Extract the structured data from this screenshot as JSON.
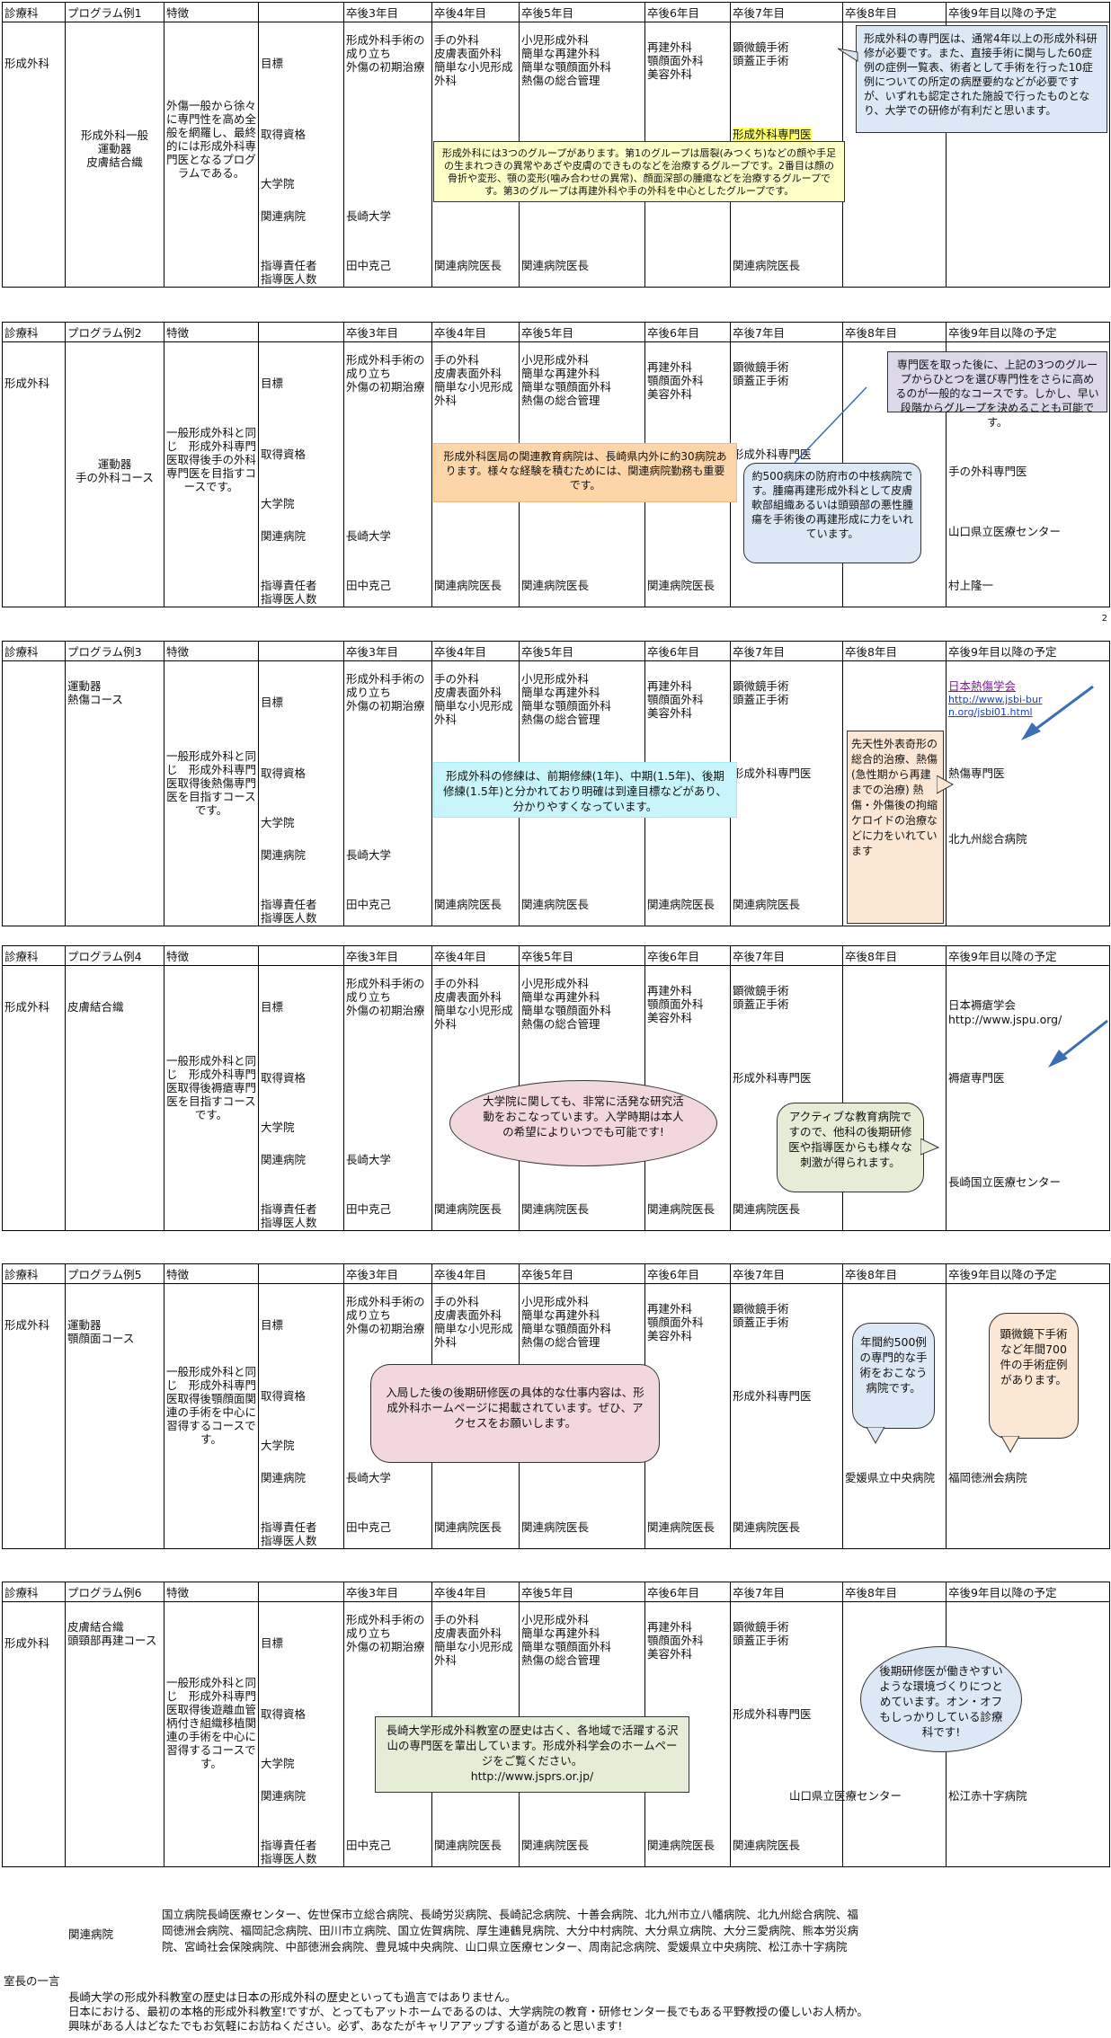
{
  "headers": {
    "c0": "診療科",
    "c2": "特徴",
    "c4": "卒後3年目",
    "c5": "卒後4年目",
    "c6": "卒後5年目",
    "c7": "卒後6年目",
    "c8": "卒後7年目",
    "c9": "卒後8年目",
    "c10": "卒後9年目以降の予定"
  },
  "row_labels": {
    "target": "目標",
    "license": "取得資格",
    "grad": "大学院",
    "hospital": "関連病院",
    "supervisor": "指導責任者",
    "supervisor_count": "指導医人数"
  },
  "common": {
    "dept": "形成外科",
    "y3_target": "形成外科手術の成り立ち\n外傷の初期治療",
    "y4_target": "手の外科\n皮膚表面外科\n簡単な小児形成外科",
    "y5_target": "小児形成外科\n簡単な再建外科\n簡単な顎顔面外科\n熱傷の総合管理",
    "y6_target": "再建外科\n顎顔面外科\n美容外科",
    "y7_target": "顕微鏡手術\n頭蓋正手術",
    "y7_target_b": "顕微鏡手術\n頭蓋正手術",
    "y3_hospital": "長崎大学",
    "y3_supervisor": "田中克己",
    "chief": "関連病院医長",
    "y7_license": "形成外科専門医",
    "y7_license_p1": "形成外科専門医"
  },
  "programs": [
    {
      "label": "プログラム例1",
      "name": "形成外科一般\n運動器\n皮膚結合織",
      "feature": "外傷一般から徐々に専門性を高め全般を網羅し、最終的には形成外科専門医となるプログラムである。",
      "after": {
        "license": "",
        "hospital": "",
        "supervisor": ""
      }
    },
    {
      "label": "プログラム例2",
      "name": "運動器\n手の外科コース",
      "feature": "一般形成外科と同じ　形成外科専門医取得後手の外科専門医を目指すコースです。",
      "after": {
        "license": "手の外科専門医",
        "hospital": "山口県立医療センター",
        "supervisor": "村上隆一"
      },
      "page_no": "2"
    },
    {
      "label": "プログラム例3",
      "name": "運動器\n熱傷コース",
      "feature": "一般形成外科と同じ　形成外科専門医取得後熱傷専門医を目指すコースです。",
      "after": {
        "target_link_text": "日本熱傷学会",
        "target_url": "http://www.jsbi-burn.org/jsbi01.html",
        "license": "熱傷専門医",
        "hospital": "北九州総合病院"
      }
    },
    {
      "label": "プログラム例4",
      "name": "皮膚結合織",
      "feature": "一般形成外科と同じ　形成外科専門医取得後褥瘡専門医を目指すコースです。",
      "after": {
        "target_society": "日本褥瘡学会",
        "target_url": "http://www.jspu.org/",
        "license": "褥瘡専門医",
        "hospital": "長崎国立医療センター"
      }
    },
    {
      "label": "プログラム例5",
      "name": "運動器\n顎顔面コース",
      "feature": "一般形成外科と同じ　形成外科専門医取得後顎顔面関連の手術を中心に習得するコースです。",
      "after": {
        "y8_hospital": "愛媛県立中央病院",
        "hospital": "福岡徳洲会病院"
      }
    },
    {
      "label": "プログラム例6",
      "name": "皮膚結合織\n頭頸部再建コース",
      "feature": "一般形成外科と同じ　形成外科専門医取得後遊離血管柄付き組織移植関連の手術を中心に習得するコースです。",
      "after": {
        "y8_hospital": "山口県立医療センター",
        "hospital": "松江赤十字病院"
      }
    }
  ],
  "callouts": {
    "p1_yellow": "形成外科には3つのグループがあります。第1のグループは唇裂(みつくち)などの顔や手足の生まれつきの異常やあざや皮膚のできものなどを治療するグループです。2番目は顔の骨折や変形、顎の変形(噛み合わせの異常)、顔面深部の腫瘍などを治療するグループです。第3のグループは再建外科や手の外科を中心としたグループです。",
    "p1_blue": "形成外科の専門医は、通常4年以上の形成外科研修が必要です。また、直接手術に関与した60症例の症例一覧表、術者として手術を行った10症例についての所定の病歴要約などが必要ですが、いずれも認定された施設で行ったものとなり、大学での研修が有利だと思います。",
    "p2_orange": "形成外科医局の関連教育病院は、長崎県内外に約30病院あります。様々な経験を積むためには、関連病院勤務も重要です。",
    "p2_blue": "約500病床の防府市の中核病院です。腫瘍再建形成外科として皮膚軟部組織あるいは頭頸部の悪性腫瘍を手術後の再建形成に力をいれています。",
    "p2_lav": "専門医を取った後に、上記の3つのグループからひとつを選び専門性をさらに高めるのが一般的なコースです。しかし、早い段階からグループを決めることも可能です。",
    "p3_cyan": "形成外科の修練は、前期修練(1年)、中期(1.5年)、後期修練(1.5年)と分かれており明確は到達目標などがあり、分かりやすくなっています。",
    "p3_cream": "先天性外表奇形の総合的治療、熱傷(急性期から再建までの治療) 熱傷・外傷後の拘縮ケロイドの治療などに力をいれています",
    "p4_pink": "大学院に関しても、非常に活発な研究活動をおこなっています。入学時期は本人の希望によりいつでも可能です!",
    "p4_green": "アクティブな教育病院ですので、他科の後期研修医や指導医からも様々な刺激が得られます。",
    "p5_pink": "入局した後の後期研修医の具体的な仕事内容は、形成外科ホームページに掲載されています。ぜひ、アクセスをお願いします。",
    "p5_blue": "年間約500例の専門的な手術をおこなう病院です。",
    "p5_cream": "顕微鏡下手術など年間700件の手術症例があります。",
    "p6_green": "長崎大学形成外科教室の歴史は古く、各地域で活躍する沢山の専門医を輩出しています。形成外科学会のホームページをご覧ください。\nhttp://www.jsprs.or.jp/",
    "p6_blue": "後期研修医が働きやすいような環境づくりにつとめています。オン・オフもしっかりしている診療科です!"
  },
  "footer": {
    "related_label": "関連病院",
    "related_line1": "国立病院長崎医療センター、佐世保市立総合病院、長崎労災病院、長崎記念病院、十善会病院、北九州市立八幡病院、北九州総合病院、福",
    "related_line2": "岡徳洲会病院、福岡記念病院、田川市立病院、国立佐賀病院、厚生連鶴見病院、大分中村病院、大分県立病院、大分三愛病院、熊本労災病",
    "related_line3": "院、宮崎社会保険病院、中部徳洲会病院、豊見城中央病院、山口県立医療センター、周南記念病院、愛媛県立中央病院、松江赤十字病院",
    "chief_label": "室長の一言",
    "chief_line1": "長崎大学の形成外科教室の歴史は日本の形成外科の歴史といっても過言ではありません。",
    "chief_line2": "日本における、最初の本格的形成外科教室!ですが、とってもアットホームであるのは、大学病院の教育・研修センター長でもある平野教授の優しいお人柄か。",
    "chief_line3": "興味がある人はどなたでもお気軽にお訪ねください。必ず、あなたがキャリアアップする道があると思います!"
  },
  "colors": {
    "yellow_box": "#ffffc8",
    "blue_box": "#dce8f5",
    "orange_box": "#fcd5a8",
    "cyan_box": "#c8f5fb",
    "lavender_box": "#dcd8ea",
    "pink_box": "#f2d8dc",
    "green_box": "#e6edd6",
    "highlight": "#ffff66",
    "arrow": "#3a6fb6"
  }
}
